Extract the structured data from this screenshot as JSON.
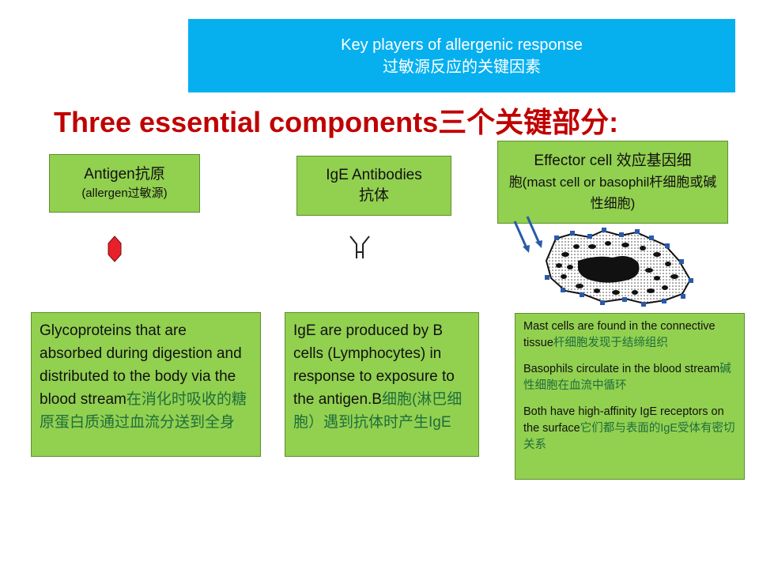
{
  "banner": {
    "line1": "Key players of allergenic response",
    "line2": "过敏源反应的关键因素"
  },
  "heading": {
    "en": "Three essential components",
    "zh": "三个关键部分",
    "colon": ":"
  },
  "labels": {
    "antigen": {
      "main": "Antigen抗原",
      "sub": "(allergen过敏源)"
    },
    "ige": {
      "main": "IgE Antibodies",
      "sub": "抗体"
    },
    "effector": {
      "main": "Effector cell 效应基因细",
      "sub": "胞(mast cell or basophil杆细胞或碱性细胞)"
    }
  },
  "descriptions": {
    "antigen": {
      "en": "Glycoproteins that are absorbed during digestion and distributed to the body via the blood stream",
      "zh": "在消化时吸收的糖原蛋白质通过血流分送到全身"
    },
    "ige": {
      "en": "IgE are produced by B cells (Lymphocytes) in response to exposure to the antigen.B",
      "zh": "细胞(淋巴细胞）遇到抗体时产生",
      "tail": "IgE"
    },
    "effector": {
      "p1_en": "Mast cells are found in the connective tissue",
      "p1_zh": "杆细胞发现于结缔组织",
      "p2_en": "Basophils circulate in the blood stream",
      "p2_zh": "碱性细胞在血流中循环",
      "p3_en": "Both have high-affinity IgE receptors on the surface",
      "p3_zh": "它们都与表面的",
      "p3_ige": "IgE",
      "p3_tail": "受体有密切关系"
    }
  },
  "colors": {
    "banner": "#06b0ef",
    "heading": "#c00000",
    "box": "#92d050",
    "antigen_icon": "#e8202a"
  },
  "icons": [
    "antigen-icon",
    "antibody-icon",
    "mast-cell-icon"
  ]
}
